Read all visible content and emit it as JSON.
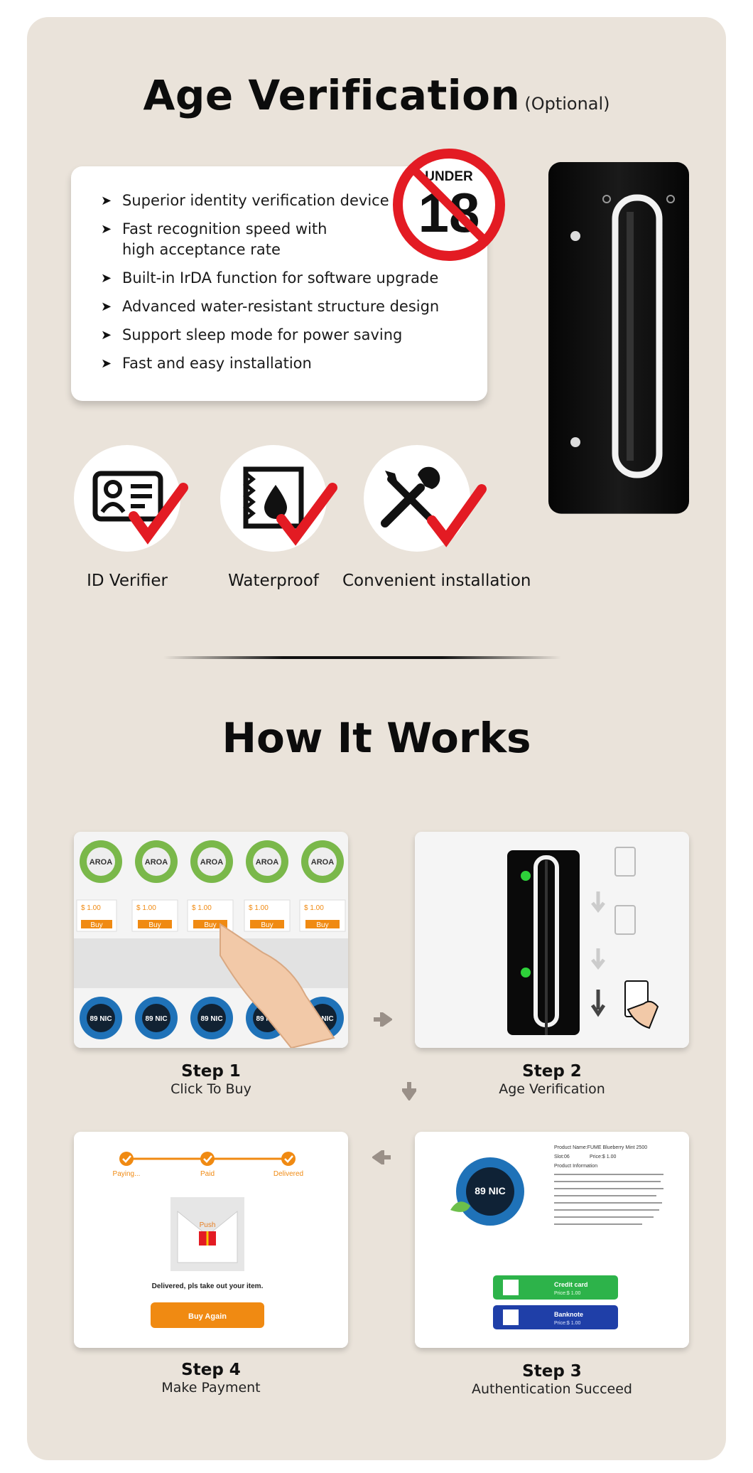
{
  "age_verification": {
    "title": "Age Verification",
    "subtitle": "(Optional)",
    "features": [
      "Superior identity verification device",
      "Fast recognition speed with high acceptance rate",
      "Built-in IrDA function for software upgrade",
      "Advanced water-resistant structure design",
      "Support sleep mode for power saving",
      "Fast and easy installation"
    ],
    "badge": {
      "top": "UNDER",
      "number": "18"
    },
    "feature_icons": [
      {
        "label": "ID Verifier",
        "icon": "id-card-icon"
      },
      {
        "label": "Waterproof",
        "icon": "water-drop-icon"
      },
      {
        "label": "Convenient installation",
        "icon": "tools-icon"
      }
    ]
  },
  "how_it_works": {
    "title": "How It Works",
    "steps": [
      {
        "title": "Step 1",
        "subtitle": "Click To Buy"
      },
      {
        "title": "Step 2",
        "subtitle": "Age Verification"
      },
      {
        "title": "Step 3",
        "subtitle": "Authentication Succeed"
      },
      {
        "title": "Step 4",
        "subtitle": "Make Payment"
      }
    ],
    "step1_screen": {
      "product_brand_top": "AROA",
      "product_brand_bottom": "89 NIC",
      "prices": [
        "$ 1.00",
        "$ 1.00",
        "$ 1.00",
        "$ 1.00",
        "$ 1.00"
      ],
      "buy_label": "Buy"
    },
    "step3_screen": {
      "product_name": "Product Name:FUME Blueberry Mint 2500",
      "slot": "Slot:06",
      "price": "Price:$ 1.00",
      "info_heading": "Product Information",
      "payment_options": [
        {
          "label": "Credit card",
          "price": "Price:$ 1.00",
          "color": "#2db34a"
        },
        {
          "label": "Banknote",
          "price": "Price:$ 1.00",
          "color": "#1f3fa8"
        }
      ]
    },
    "step4_screen": {
      "progress": [
        "Paying...",
        "Paid",
        "Delivered"
      ],
      "push_label": "Push",
      "message": "Delivered, pls take out your item.",
      "button": "Buy Again",
      "accent": "#f08a12"
    }
  }
}
